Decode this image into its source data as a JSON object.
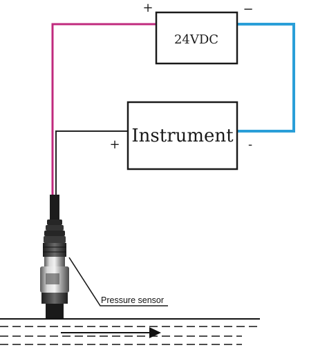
{
  "power_supply": {
    "label": "24VDC",
    "plus": "+",
    "minus": "−"
  },
  "instrument": {
    "label": "Instrument",
    "plus": "+",
    "minus": "-"
  },
  "sensor": {
    "label": "Pressure sensor"
  },
  "colors": {
    "positive_wire": "#c02a7e",
    "return_wire": "#2a9fd8",
    "signal_wire": "#222222",
    "sensor_body": "#3a3a3a",
    "pipe_line": "#111111",
    "flow_arrow": "#111111"
  },
  "icons": [
    "pressure-sensor-icon",
    "flow-arrow-icon"
  ]
}
